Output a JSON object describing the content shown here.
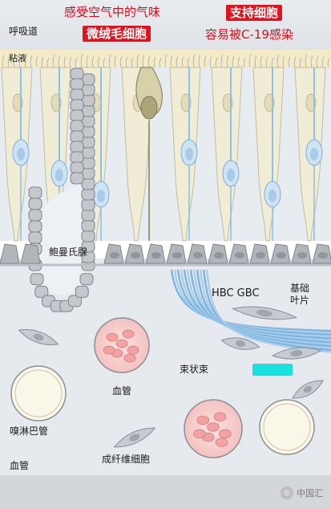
{
  "labels": {
    "respiratory_tract": "呼吸道",
    "mucus": "粘液",
    "bowman_gland": "鲍曼氏腺",
    "hbc_gbc": "HBC GBC",
    "basal_lamina_line1": "基础",
    "basal_lamina_line2": "叶片",
    "fascicle": "束状束",
    "blood_vessel_1": "血管",
    "olfactory_lymph": "嗅淋巴管",
    "blood_vessel_2": "血管",
    "fibroblast": "成纤维细胞"
  },
  "callouts": {
    "sense_odor": "感受空气中的气味",
    "microvillar_cell": "微绒毛细胞",
    "supporting_cell": "支持细胞",
    "c19_susceptible": "容易被C-19感染"
  },
  "watermark": {
    "text": "中国汇"
  },
  "colors": {
    "mucus": "#f4ebc4",
    "sustentacular": "#f1ecd6",
    "neuron": "#cfe4f3",
    "axon": "#8ec1e6",
    "gland_cell": "#c4c8cc",
    "basal_cell": "#b2b6bb",
    "lamina": "#e2e7ec",
    "vessel": "#f3b5b5",
    "red": "#e0141e",
    "cyan": "#1be0e0"
  }
}
